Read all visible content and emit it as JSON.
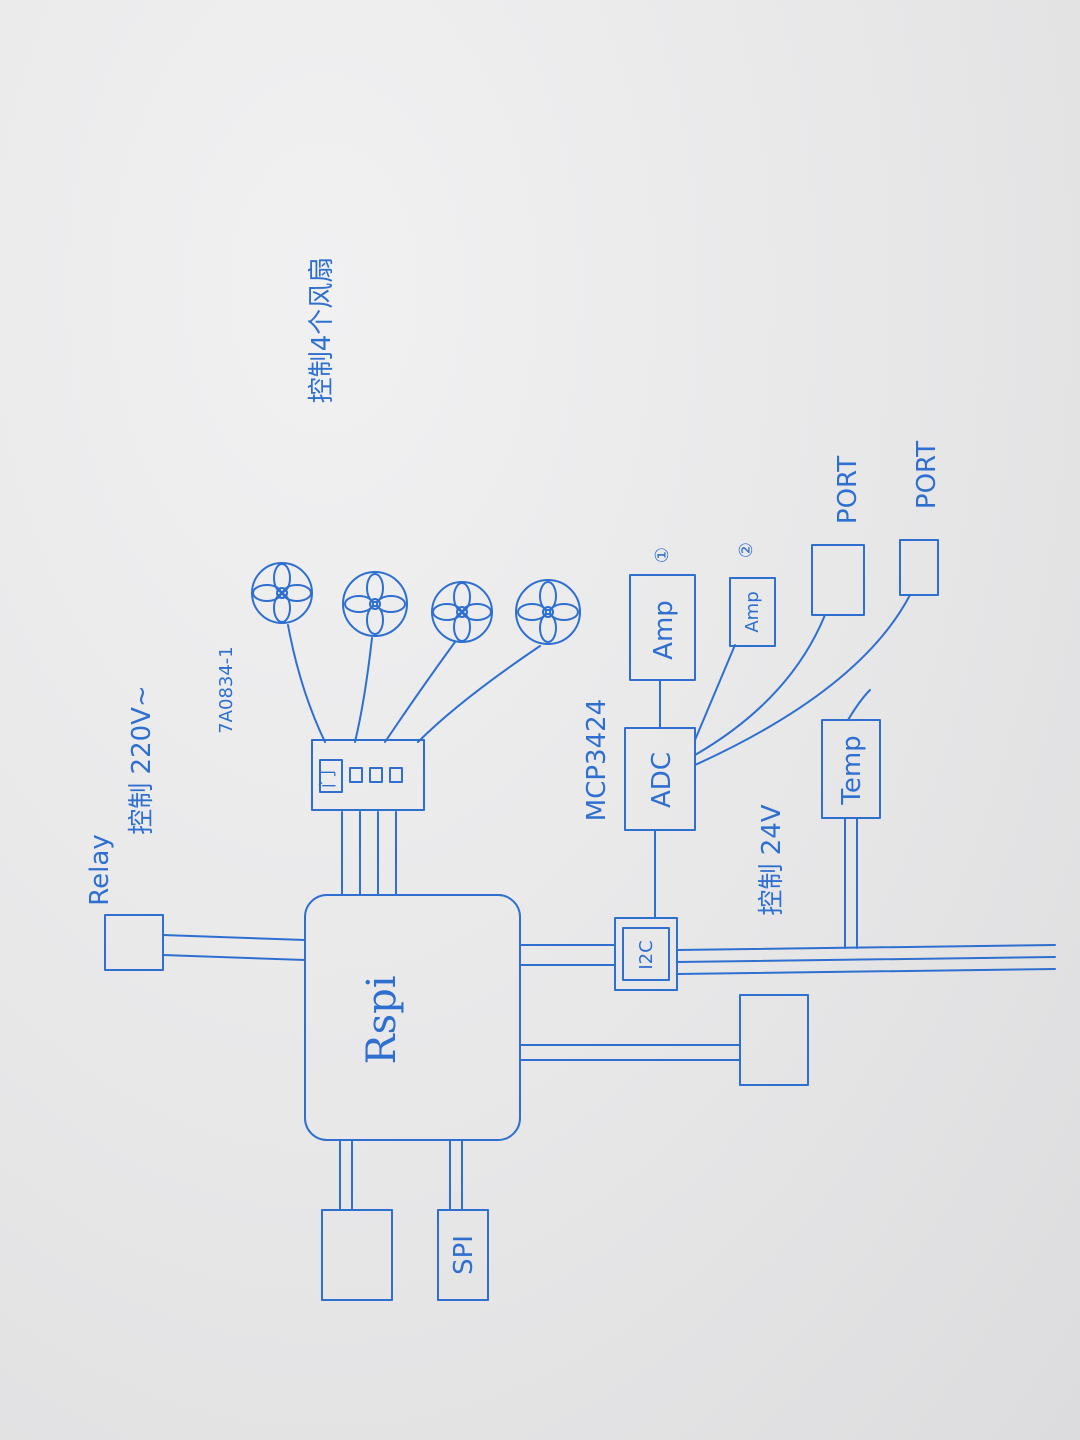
{
  "title": "控制4个风扇",
  "fans": {
    "driver_label": "7A0834-1",
    "driver_chip_label": "门"
  },
  "relay": {
    "name": "Relay",
    "control_label": "控制 220V~"
  },
  "rspi": {
    "label": "Rspi"
  },
  "spi": {
    "label": "SPI"
  },
  "adc": {
    "chip_label": "MCP3424",
    "label": "ADC"
  },
  "i2c": {
    "label": "I2C"
  },
  "amp1": {
    "label": "Amp",
    "index": "①"
  },
  "amp2": {
    "label": "Amp",
    "index": "②"
  },
  "port1": {
    "label": "PORT"
  },
  "port2": {
    "label": "PORT"
  },
  "temp": {
    "label": "Temp"
  },
  "power": {
    "label": "控制 24V"
  },
  "colors": {
    "ink": "#2e6fd0",
    "paper": "#e9e9ea"
  }
}
